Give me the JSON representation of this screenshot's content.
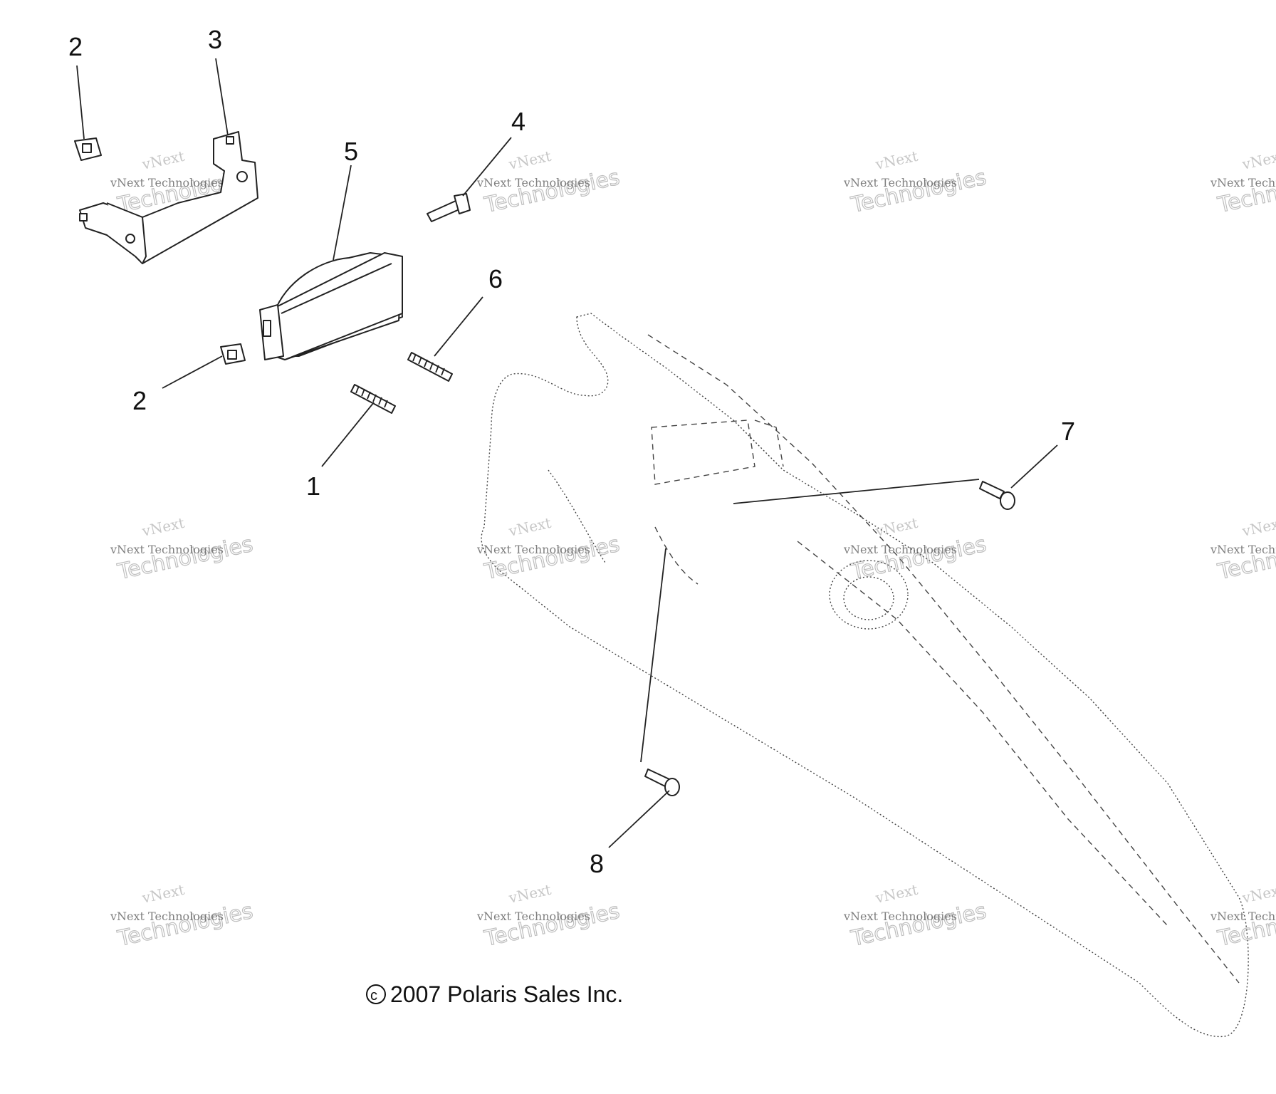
{
  "diagram": {
    "callouts": [
      {
        "id": "callout-2-top",
        "label": "2"
      },
      {
        "id": "callout-3",
        "label": "3"
      },
      {
        "id": "callout-4",
        "label": "4"
      },
      {
        "id": "callout-5",
        "label": "5"
      },
      {
        "id": "callout-6",
        "label": "6"
      },
      {
        "id": "callout-2-bottom",
        "label": "2"
      },
      {
        "id": "callout-1",
        "label": "1"
      },
      {
        "id": "callout-7",
        "label": "7"
      },
      {
        "id": "callout-8",
        "label": "8"
      }
    ],
    "watermark": {
      "line1": "vNext",
      "line2": "vNext Technologies",
      "line3": "Technologies"
    },
    "copyright": "2007 Polaris Sales Inc."
  }
}
